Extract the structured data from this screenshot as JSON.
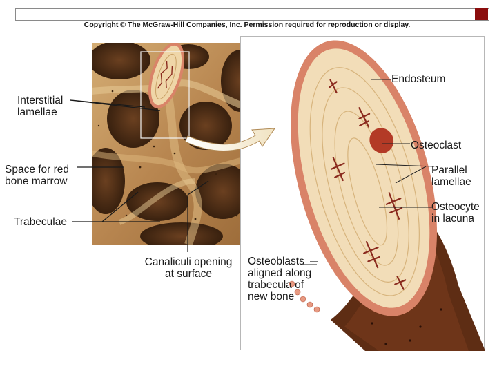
{
  "copyright": "Copyright © The McGraw-Hill Companies, Inc. Permission required for reproduction or display.",
  "labels": {
    "interstitial": [
      "Interstitial",
      "lamellae"
    ],
    "space": [
      "Space for red",
      "bone marrow"
    ],
    "trabeculae": [
      "Trabeculae"
    ],
    "canaliculi": [
      "Canaliculi opening",
      "at surface"
    ],
    "endosteum": [
      "Endosteum"
    ],
    "osteoclast": [
      "Osteoclast"
    ],
    "parallel": [
      "Parallel",
      "lamellae"
    ],
    "osteocyte": [
      "Osteocyte",
      "in lacuna"
    ],
    "osteoblasts": [
      "Osteoblasts",
      "aligned along",
      "trabecula of",
      "new bone"
    ]
  },
  "colors": {
    "corner_accent": "#8b0d0d",
    "bone_tissue": "#c9a066",
    "marrow_dark": "#3b220f",
    "endosteum": "#d98368",
    "lamellae": "#efd6a8",
    "osteocyte": "#8a2a1e"
  }
}
